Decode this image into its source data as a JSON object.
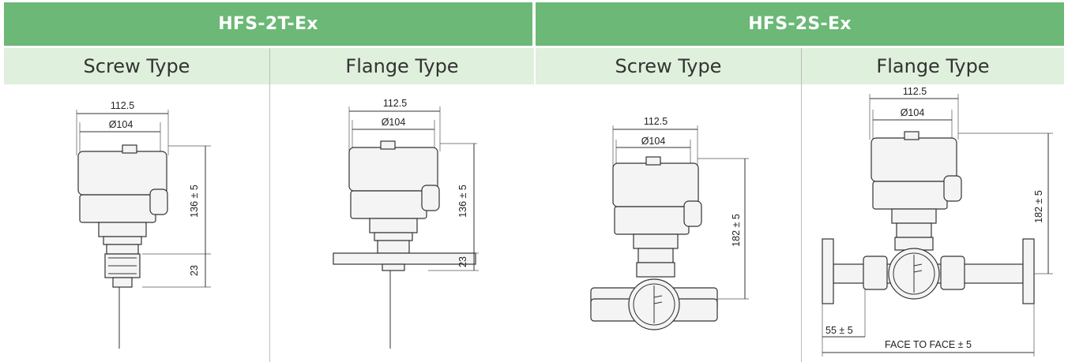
{
  "headers": {
    "group1": "HFS-2T-Ex",
    "group2": "HFS-2S-Ex"
  },
  "subheaders": {
    "t_screw": "Screw Type",
    "t_flange": "Flange Type",
    "s_screw": "Screw Type",
    "s_flange": "Flange Type"
  },
  "dims": {
    "width": "112.5",
    "diameter": "Ø104",
    "t_height": "136 ± 5",
    "t_lower": "23",
    "s_height": "182 ± 5",
    "s_offset": "55 ± 5",
    "face_to_face": "FACE TO FACE ± 5"
  },
  "colors": {
    "header_bg": "#6bb877",
    "subheader_bg": "#dff0dc"
  }
}
